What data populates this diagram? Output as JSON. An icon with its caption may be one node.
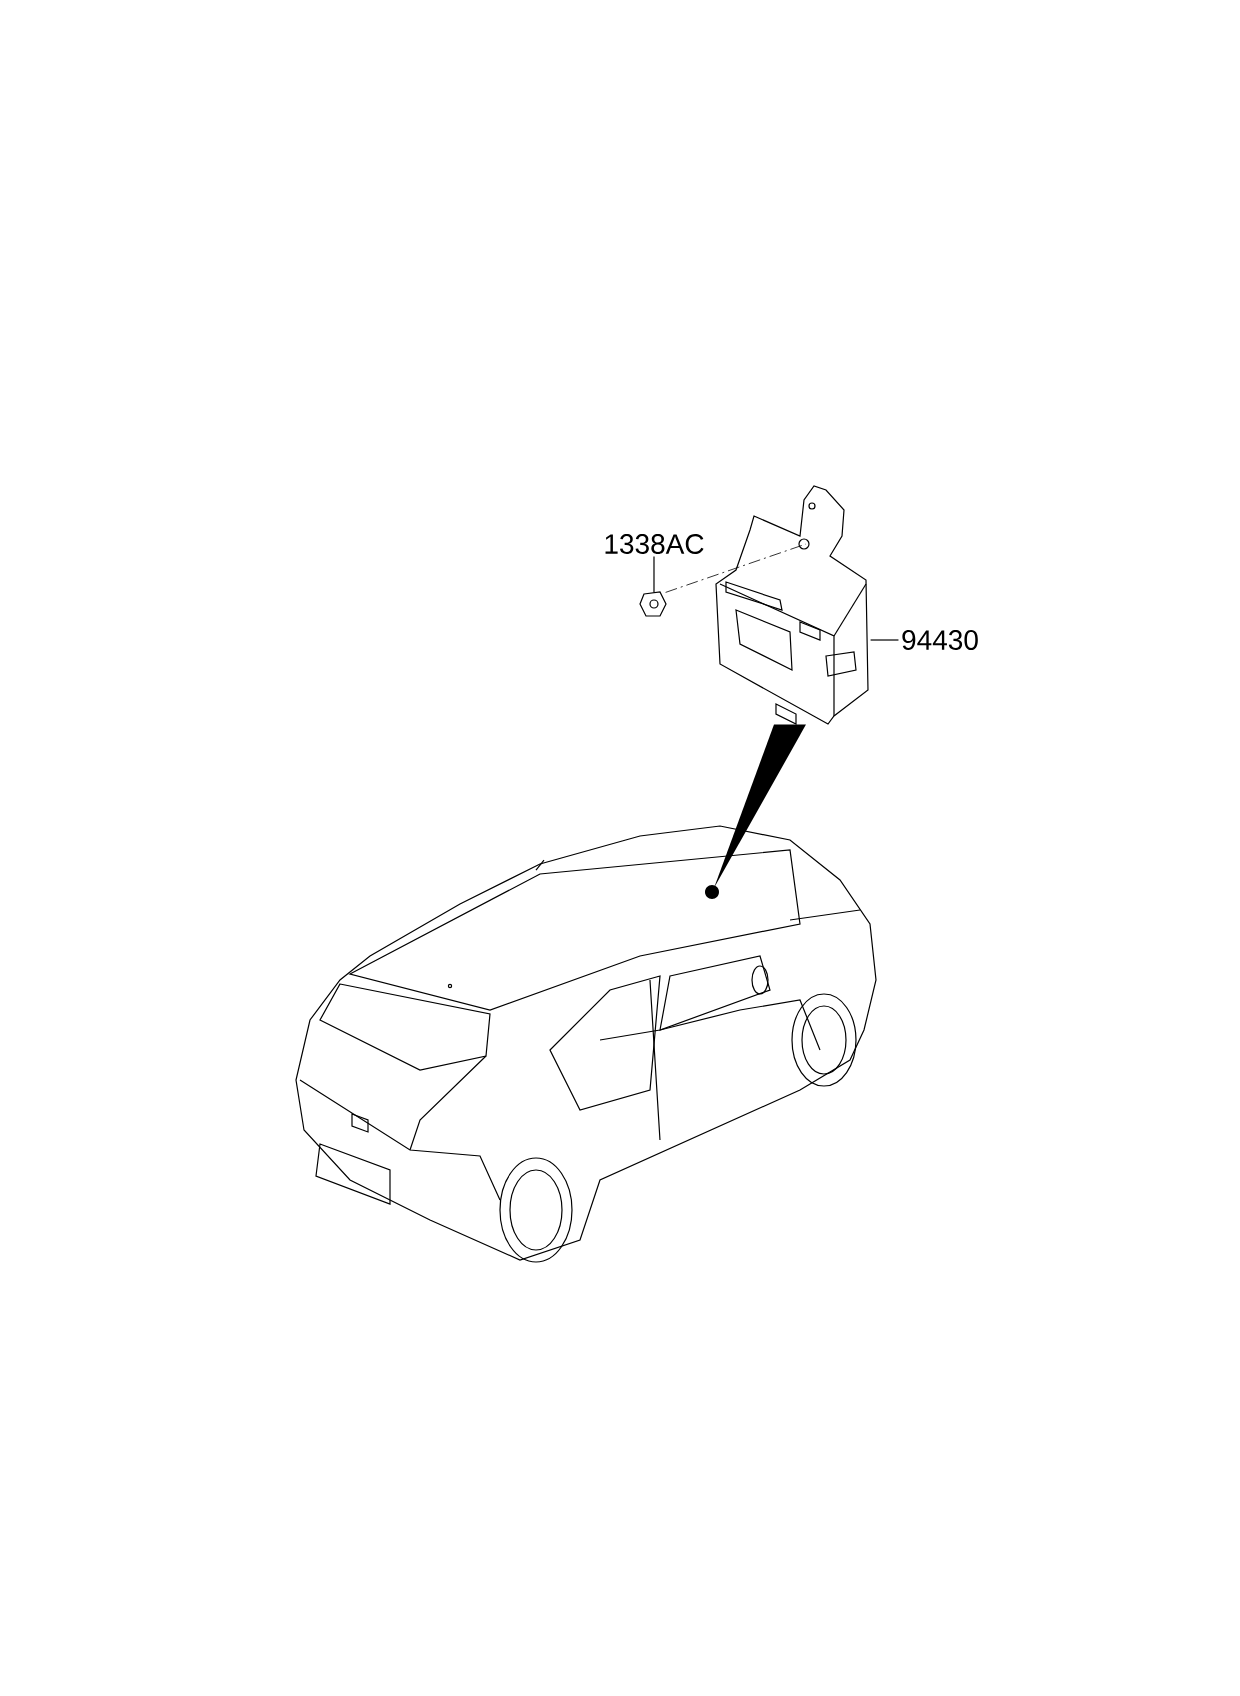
{
  "diagram": {
    "nodes": [
      {
        "text": [
          "1338AC"
        ]
      },
      {
        "text": [],
        "shape": "picture"
      },
      {
        "text": [
          "94430"
        ]
      },
      {
        "text": [],
        "shape": "picture"
      },
      {
        "text": [],
        "shape": "picture"
      }
    ],
    "edges": [
      {
        "from": 0,
        "to": 1,
        "arrow": "none"
      },
      {
        "from": 2,
        "to": 3,
        "arrow": "none"
      },
      {
        "from": 1,
        "to": 3,
        "arrow": "none",
        "style": "dashed"
      },
      {
        "from": 3,
        "to": 4,
        "arrow": "none",
        "style": "thick"
      }
    ]
  }
}
